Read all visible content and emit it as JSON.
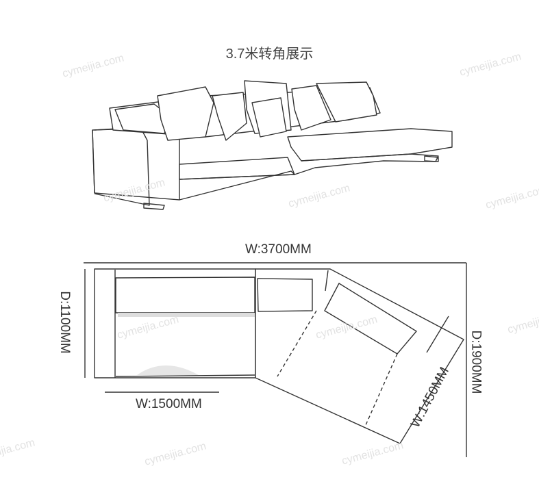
{
  "title": "3.7米转角展示",
  "dimensions": {
    "total_width": "W:3700MM",
    "left_depth": "D:1100MM",
    "left_width": "W:1500MM",
    "right_depth": "D:1900MM",
    "right_width": "W:1450MM"
  },
  "watermark": "cymeijia.com"
}
